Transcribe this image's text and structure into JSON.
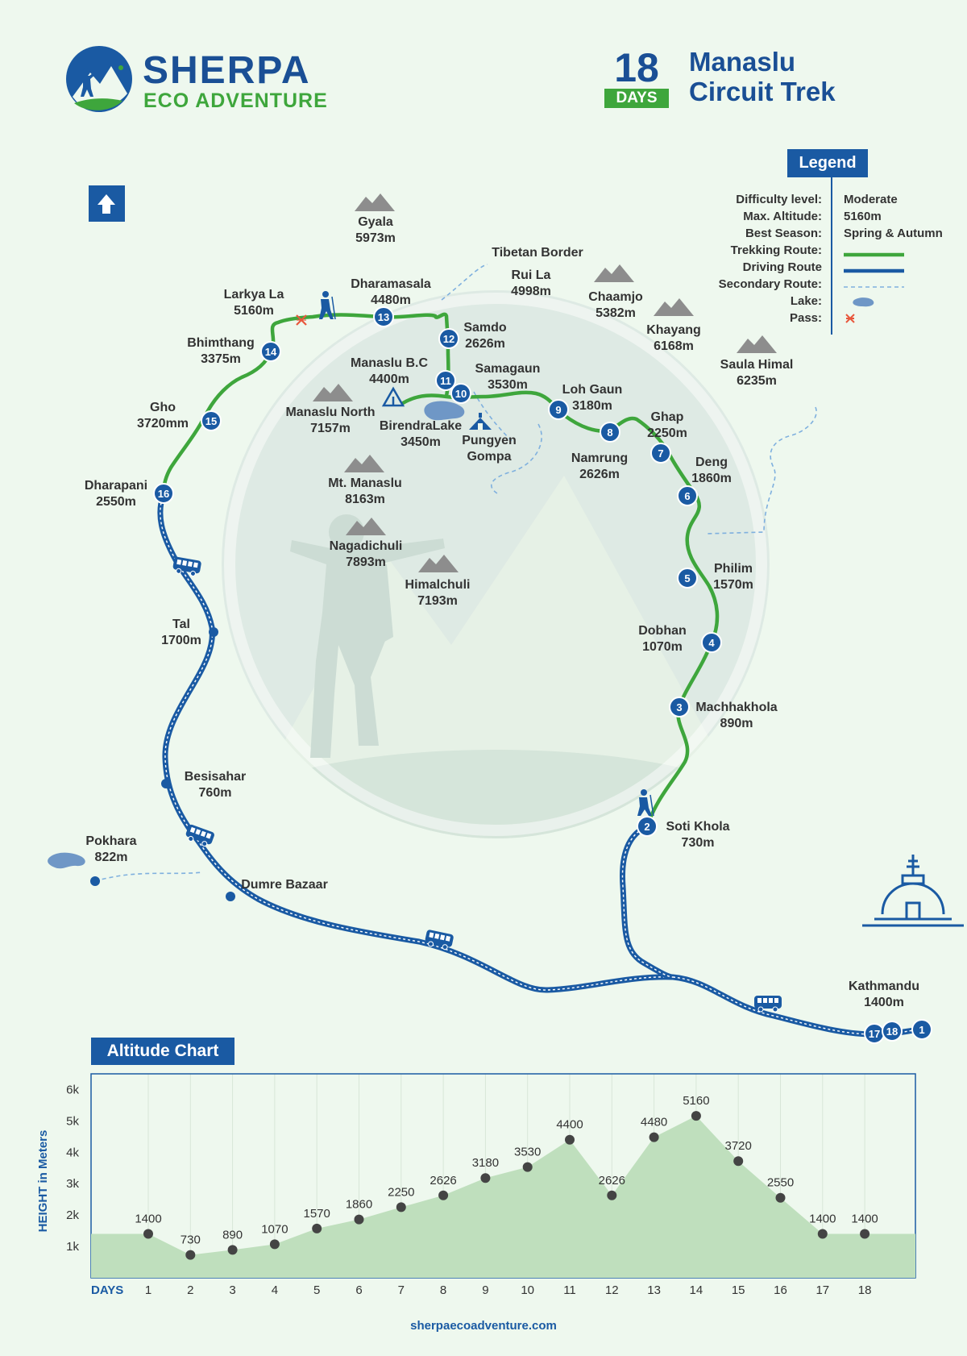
{
  "brand": {
    "name": "SHERPA",
    "tagline": "ECO ADVENTURE",
    "website": "sherpaecoadventure.com"
  },
  "trek": {
    "days": "18",
    "days_label": "DAYS",
    "title": "Manaslu Circuit Trek"
  },
  "colors": {
    "trekking": "#3ea63c",
    "driving": "#1a5aa3",
    "secondary": "#6aa2d6",
    "lake": "#6f97c6",
    "pass": "#e8573c",
    "mountain": "#8d8d8d"
  },
  "legend": {
    "title": "Legend",
    "items": [
      {
        "label": "Difficulty level:",
        "value": "Moderate"
      },
      {
        "label": "Max. Altitude:",
        "value": "5160m"
      },
      {
        "label": "Best Season:",
        "value": "Spring & Autumn"
      },
      {
        "label": "Trekking Route:",
        "symbol": "green-line"
      },
      {
        "label": "Driving Route",
        "symbol": "blue-line"
      },
      {
        "label": "Secondary Route:",
        "symbol": "dashed-line"
      },
      {
        "label": "Lake:",
        "symbol": "lake-icon"
      },
      {
        "label": "Pass:",
        "symbol": "pass-icon"
      }
    ]
  },
  "places": [
    {
      "name": "Gyala",
      "alt": "5973m"
    },
    {
      "name": "Tibetan Border",
      "alt": ""
    },
    {
      "name": "Rui La",
      "alt": "4998m"
    },
    {
      "name": "Chaamjo",
      "alt": "5382m"
    },
    {
      "name": "Khayang",
      "alt": "6168m"
    },
    {
      "name": "Saula Himal",
      "alt": "6235m"
    },
    {
      "name": "Larkya La",
      "alt": "5160m"
    },
    {
      "name": "Dharamasala",
      "alt": "4480m"
    },
    {
      "name": "Samdo",
      "alt": "2626m"
    },
    {
      "name": "Bhimthang",
      "alt": "3375m"
    },
    {
      "name": "Manaslu B.C",
      "alt": "4400m"
    },
    {
      "name": "Samagaun",
      "alt": "3530m"
    },
    {
      "name": "Loh Gaun",
      "alt": "3180m"
    },
    {
      "name": "Gho",
      "alt": "3720mm"
    },
    {
      "name": "Manaslu North",
      "alt": "7157m"
    },
    {
      "name": "BirendraLake",
      "alt": "3450m"
    },
    {
      "name": "Pungyen",
      "alt": "Gompa"
    },
    {
      "name": "Ghap",
      "alt": "2250m"
    },
    {
      "name": "Namrung",
      "alt": "2626m"
    },
    {
      "name": "Deng",
      "alt": "1860m"
    },
    {
      "name": "Dharapani",
      "alt": "2550m"
    },
    {
      "name": "Mt. Manaslu",
      "alt": "8163m"
    },
    {
      "name": "Nagadichuli",
      "alt": "7893m"
    },
    {
      "name": "Philim",
      "alt": "1570m"
    },
    {
      "name": "Himalchuli",
      "alt": "7193m"
    },
    {
      "name": "Tal",
      "alt": "1700m"
    },
    {
      "name": "Dobhan",
      "alt": "1070m"
    },
    {
      "name": "Machhakhola",
      "alt": "890m"
    },
    {
      "name": "Besisahar",
      "alt": "760m"
    },
    {
      "name": "Soti Khola",
      "alt": "730m"
    },
    {
      "name": "Pokhara",
      "alt": "822m"
    },
    {
      "name": "Dumre Bazaar",
      "alt": ""
    },
    {
      "name": "Kathmandu",
      "alt": "1400m"
    }
  ],
  "stops": [
    "1",
    "2",
    "3",
    "4",
    "5",
    "6",
    "7",
    "8",
    "9",
    "10",
    "11",
    "12",
    "13",
    "14",
    "15",
    "16",
    "17",
    "18"
  ],
  "chart_data": {
    "type": "area",
    "title": "Altitude Chart",
    "ylabel": "HEIGHT in Meters",
    "xlabel": "DAYS",
    "x": [
      1,
      2,
      3,
      4,
      5,
      6,
      7,
      8,
      9,
      10,
      11,
      12,
      13,
      14,
      15,
      16,
      17,
      18
    ],
    "values": [
      1400,
      730,
      890,
      1070,
      1570,
      1860,
      2250,
      2626,
      3180,
      3530,
      4400,
      2626,
      4480,
      5160,
      3720,
      2550,
      1400,
      1400
    ],
    "value_labels": [
      "1400",
      "730",
      "890",
      "1070",
      "1570",
      "1860",
      "2250",
      "2626",
      "3180",
      "3530",
      "4400",
      "2626",
      "4480",
      "5160",
      "3720",
      "2550",
      "1400",
      "1400"
    ],
    "yticks": [
      "1k",
      "2k",
      "3k",
      "4k",
      "5k",
      "6k"
    ],
    "ylim": [
      0,
      6500
    ]
  }
}
